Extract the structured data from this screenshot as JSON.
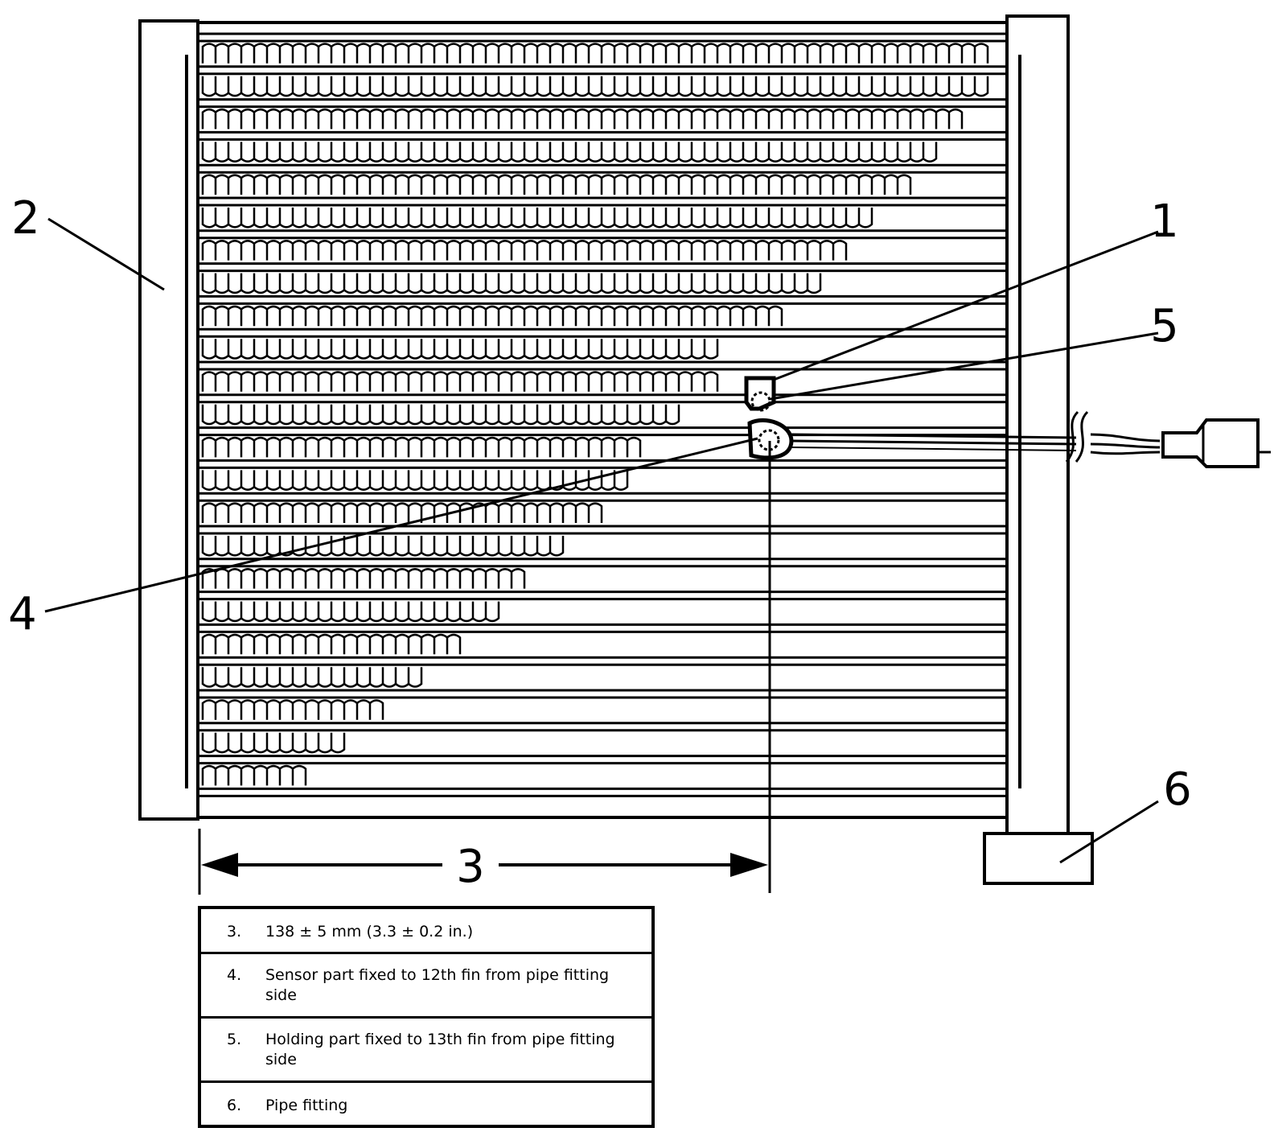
{
  "callouts": {
    "n1": "1",
    "n2": "2",
    "n3": "3",
    "n4": "4",
    "n5": "5",
    "n6": "6"
  },
  "legend": [
    {
      "num": "3.",
      "text": "138 ± 5 mm (3.3 ± 0.2 in.)"
    },
    {
      "num": "4.",
      "text": "Sensor part fixed to 12th fin from pipe fitting side"
    },
    {
      "num": "5.",
      "text": "Holding part fixed to 13th fin from pipe fitting side"
    },
    {
      "num": "6.",
      "text": "Pipe fitting"
    }
  ]
}
